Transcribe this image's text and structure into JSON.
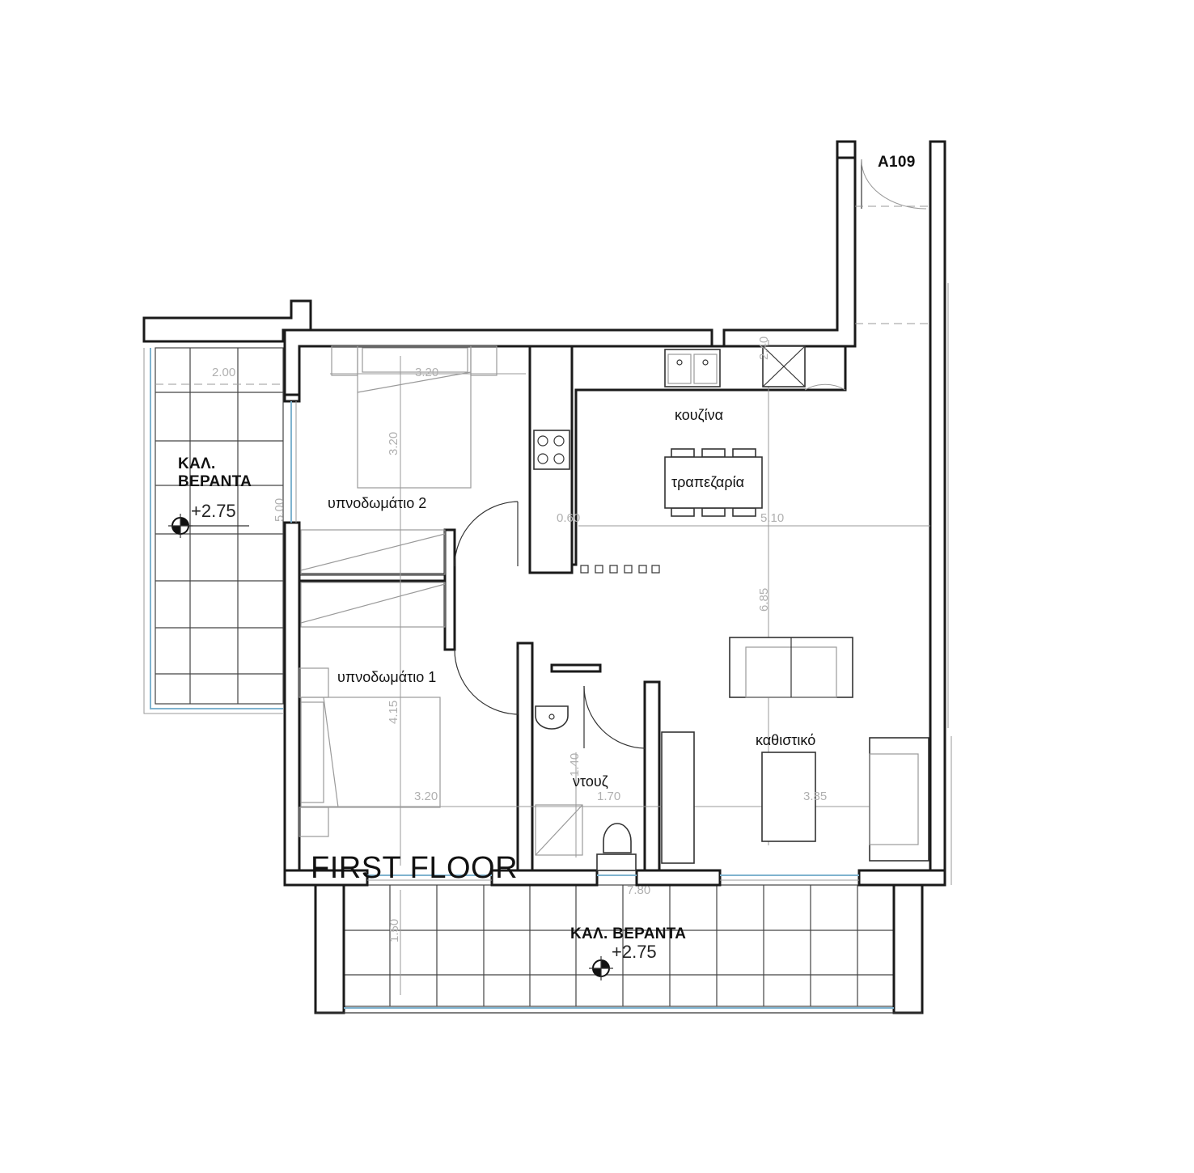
{
  "unit_id": "A109",
  "floor_title": "FIRST FLOOR",
  "rooms": {
    "kitchen": "κουζίνα",
    "dining": "τραπεζαρία",
    "bedroom2": "υπνοδωμάτιο 2",
    "bedroom1": "υπνοδωμάτιο 1",
    "shower": "ντουζ",
    "living": "καθιστικό"
  },
  "verandas": {
    "west_line1": "ΚΑΛ.",
    "west_line2": "ΒΕΡΑΝΤΑ",
    "west_level": "+2.75",
    "south_label": "ΚΑΛ. ΒΕΡΑΝΤΑ",
    "south_level": "+2.75"
  },
  "dimensions": {
    "west_veranda_width": "2.00",
    "west_veranda_length": "5.00",
    "bed2_width": "3.20",
    "bed2_depth": "3.20",
    "kitchen_gap": "0.60",
    "kitchen_width": "5.10",
    "living_depth": "6.85",
    "bed1_depth": "4.15",
    "bed1_width": "3.20",
    "bath_width": "1.70",
    "bath_depth": "1.40",
    "living_width": "3.85",
    "south_veranda_width": "7.80",
    "south_veranda_depth": "1.50",
    "kitchen_counter": "2.40"
  }
}
